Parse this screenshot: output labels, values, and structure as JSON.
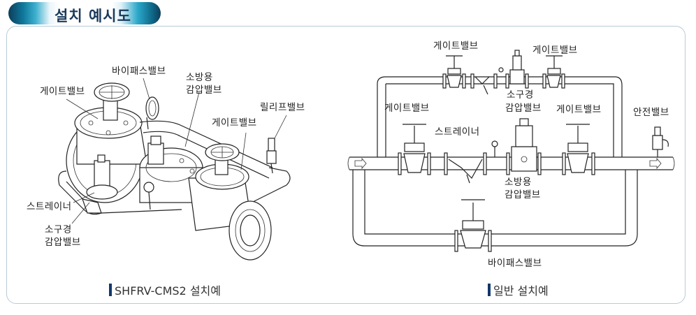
{
  "header": {
    "title": "설치 예시도"
  },
  "left_figure": {
    "caption": "SHFRV-CMS2 설치예",
    "labels": {
      "bypass_valve": "바이패스밸브",
      "gate_valve_1": "게이트밸브",
      "fire_prv_line1": "소방용",
      "fire_prv_line2": "감압밸브",
      "relief_valve": "릴리프밸브",
      "gate_valve_2": "게이트밸브",
      "strainer": "스트레이너",
      "small_prv_line1": "소구경",
      "small_prv_line2": "감압밸브"
    }
  },
  "right_figure": {
    "caption": "일반 설치예",
    "labels": {
      "top_gate_left": "게이트밸브",
      "top_gate_right": "게이트밸브",
      "small_prv_line1": "소구경",
      "small_prv_line2": "감압밸브",
      "mid_gate_left": "게이트밸브",
      "mid_gate_right": "게이트밸브",
      "safety_valve": "안전밸브",
      "strainer": "스트레이너",
      "fire_prv_line1": "소방용",
      "fire_prv_line2": "감압밸브",
      "bypass_valve": "바이패스밸브"
    }
  },
  "colors": {
    "accent": "#12386a",
    "header_teal": "#0f7a9e",
    "border": "#b9cbd6"
  }
}
